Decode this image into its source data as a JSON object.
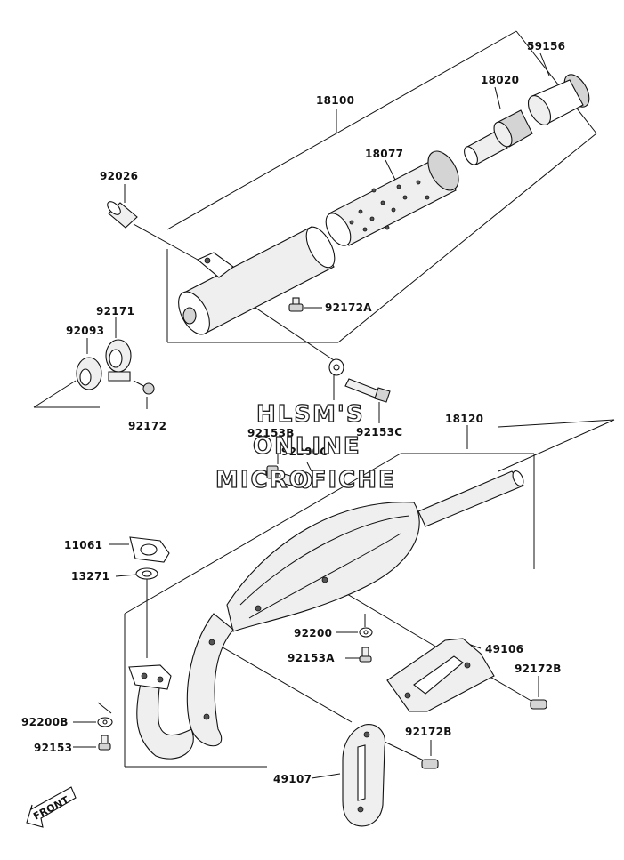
{
  "diagram": {
    "parts": [
      {
        "id": "p59156",
        "label": "59156"
      },
      {
        "id": "p18020",
        "label": "18020"
      },
      {
        "id": "p18100",
        "label": "18100"
      },
      {
        "id": "p18077",
        "label": "18077"
      },
      {
        "id": "p92026",
        "label": "92026"
      },
      {
        "id": "p92172A",
        "label": "92172A"
      },
      {
        "id": "p92171",
        "label": "92171"
      },
      {
        "id": "p92093",
        "label": "92093"
      },
      {
        "id": "p92172",
        "label": "92172"
      },
      {
        "id": "p92153C",
        "label": "92153C"
      },
      {
        "id": "p18120",
        "label": "18120"
      },
      {
        "id": "p92153B",
        "label": "92153B"
      },
      {
        "id": "p92200C",
        "label": "92200C"
      },
      {
        "id": "p11061",
        "label": "11061"
      },
      {
        "id": "p13271",
        "label": "13271"
      },
      {
        "id": "p92200",
        "label": "92200"
      },
      {
        "id": "p92153A",
        "label": "92153A"
      },
      {
        "id": "p49106",
        "label": "49106"
      },
      {
        "id": "p92172B_a",
        "label": "92172B"
      },
      {
        "id": "p92200B",
        "label": "92200B"
      },
      {
        "id": "p92153",
        "label": "92153"
      },
      {
        "id": "p92172B_b",
        "label": "92172B"
      },
      {
        "id": "p49107",
        "label": "49107"
      }
    ],
    "front_marker": "FRONT",
    "watermark": [
      "HLSM'S",
      "ONLINE",
      "MICROFICHE"
    ]
  }
}
